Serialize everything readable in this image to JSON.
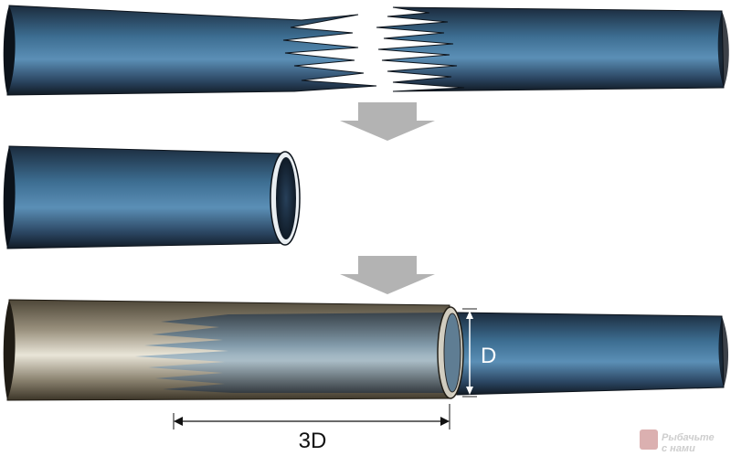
{
  "labels": {
    "diameter": "D",
    "overlap_length": "3D"
  },
  "watermark": {
    "line1": "Рыбачьте",
    "line2": "с нами"
  },
  "colors": {
    "rod_dark": "#18283a",
    "rod_mid": "#3d6e92",
    "rod_light": "#5b8fb6",
    "sleeve_light": "#e6e2d6",
    "sleeve_dark": "#5d5648",
    "arrow": "#b3b3b3"
  }
}
